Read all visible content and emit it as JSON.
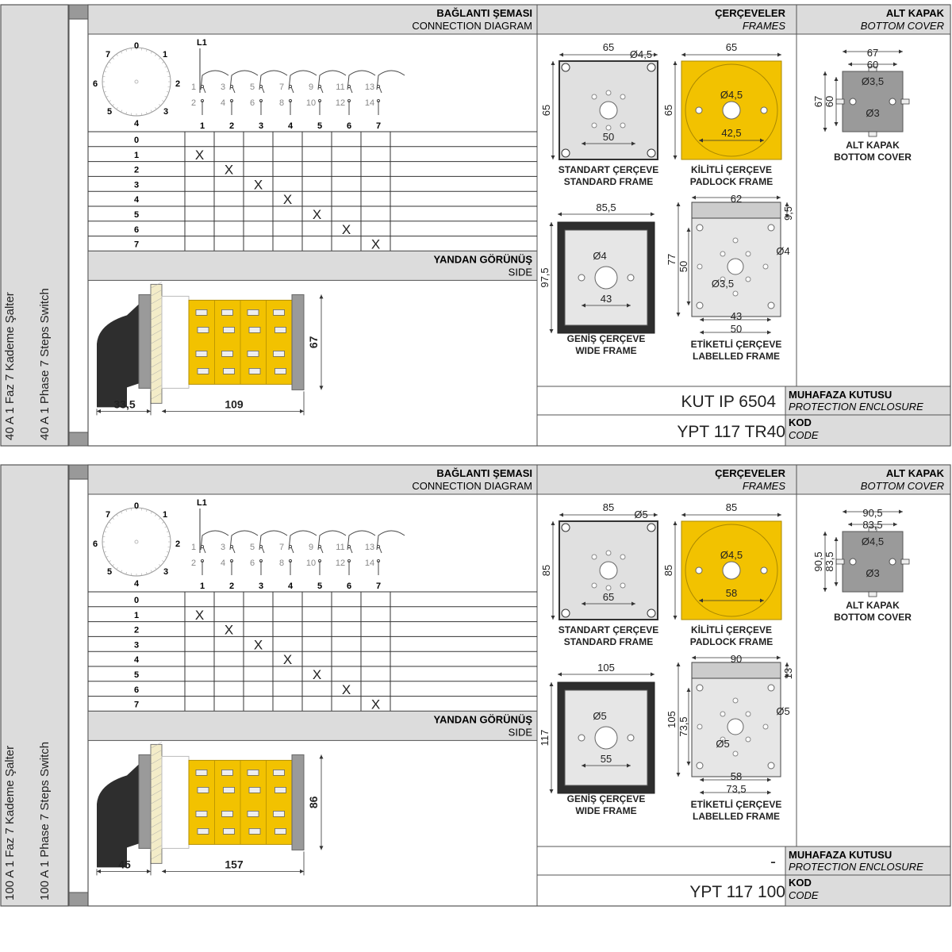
{
  "colors": {
    "header": "#dcdcdc",
    "frame_bg": "#e6e6e6",
    "yellow": "#f2c200",
    "dark": "#2e2e2e",
    "grey": "#b5b5b5"
  },
  "sheets": [
    {
      "side_title_tr": "40 A 1 Faz 7 Kademe Şalter",
      "side_title_en": "40 A 1 Phase 7 Steps Switch",
      "conn_title_tr": "BAĞLANTI ŞEMASI",
      "conn_title_en": "CONNECTION DIAGRAM",
      "frames_title_tr": "ÇERÇEVELER",
      "frames_title_en": "FRAMES",
      "bottom_title_tr": "ALT KAPAK",
      "bottom_title_en": "BOTTOM COVER",
      "side_view_tr": "YANDAN GÖRÜNÜŞ",
      "side_view_en": "SIDE",
      "dial_numbers": [
        "0",
        "1",
        "2",
        "3",
        "4",
        "5",
        "6",
        "7"
      ],
      "phase_label": "L1",
      "contacts_top": [
        "1",
        "3",
        "5",
        "7",
        "9",
        "11",
        "13"
      ],
      "contacts_bottom": [
        "2",
        "4",
        "6",
        "8",
        "10",
        "12",
        "14"
      ],
      "terminals": [
        "1",
        "2",
        "3",
        "4",
        "5",
        "6",
        "7"
      ],
      "positions": [
        "0",
        "1",
        "2",
        "3",
        "4",
        "5",
        "6",
        "7"
      ],
      "mark": "X",
      "side_dims": {
        "depth_front": "33,5",
        "depth_body": "109",
        "height": "67"
      },
      "std_frame": {
        "w": "65",
        "hole": "Ø4,5",
        "h": "65",
        "inner": "50",
        "label_tr": "STANDART ÇERÇEVE",
        "label_en": "STANDARD FRAME"
      },
      "pad_frame": {
        "w": "65",
        "hole": "Ø4,5",
        "h": "65",
        "inner": "42,5",
        "label_tr": "KİLİTLİ ÇERÇEVE",
        "label_en": "PADLOCK FRAME"
      },
      "wide_frame": {
        "w": "85,5",
        "hole": "Ø4",
        "h": "97,5",
        "inner": "43",
        "label_tr": "GENİŞ ÇERÇEVE",
        "label_en": "WIDE FRAME"
      },
      "lab_frame": {
        "w": "62",
        "top": "9,5",
        "hole": "Ø4",
        "h": "77",
        "mid": "50",
        "hole2": "Ø3,5",
        "inner": "43",
        "bot": "50",
        "label_tr": "ETİKETLİ ÇERÇEVE",
        "label_en": "LABELLED FRAME"
      },
      "bottom_cover": {
        "w1": "67",
        "w2": "60",
        "h1": "67",
        "h2": "60",
        "hole": "Ø3,5",
        "hole2": "Ø3",
        "label_tr": "ALT KAPAK",
        "label_en": "BOTTOM COVER"
      },
      "enclosure_value": "KUT IP 6504",
      "enclosure_tr": "MUHAFAZA KUTUSU",
      "enclosure_en": "PROTECTION ENCLOSURE",
      "code_value": "YPT 117 TR40",
      "code_tr": "KOD",
      "code_en": "CODE"
    },
    {
      "side_title_tr": "100 A 1 Faz 7 Kademe Şalter",
      "side_title_en": "100 A 1 Phase 7 Steps Switch",
      "conn_title_tr": "BAĞLANTI ŞEMASI",
      "conn_title_en": "CONNECTION DIAGRAM",
      "frames_title_tr": "ÇERÇEVELER",
      "frames_title_en": "FRAMES",
      "bottom_title_tr": "ALT KAPAK",
      "bottom_title_en": "BOTTOM COVER",
      "side_view_tr": "YANDAN GÖRÜNÜŞ",
      "side_view_en": "SIDE",
      "dial_numbers": [
        "0",
        "1",
        "2",
        "3",
        "4",
        "5",
        "6",
        "7"
      ],
      "phase_label": "L1",
      "contacts_top": [
        "1",
        "3",
        "5",
        "7",
        "9",
        "11",
        "13"
      ],
      "contacts_bottom": [
        "2",
        "4",
        "6",
        "8",
        "10",
        "12",
        "14"
      ],
      "terminals": [
        "1",
        "2",
        "3",
        "4",
        "5",
        "6",
        "7"
      ],
      "positions": [
        "0",
        "1",
        "2",
        "3",
        "4",
        "5",
        "6",
        "7"
      ],
      "mark": "X",
      "side_dims": {
        "depth_front": "45",
        "depth_body": "157",
        "height": "86"
      },
      "std_frame": {
        "w": "85",
        "hole": "Ø5",
        "h": "85",
        "inner": "65",
        "label_tr": "STANDART ÇERÇEVE",
        "label_en": "STANDARD FRAME"
      },
      "pad_frame": {
        "w": "85",
        "hole": "Ø4,5",
        "h": "85",
        "inner": "58",
        "label_tr": "KİLİTLİ ÇERÇEVE",
        "label_en": "PADLOCK FRAME"
      },
      "wide_frame": {
        "w": "105",
        "hole": "Ø5",
        "h": "117",
        "inner": "55",
        "label_tr": "GENİŞ ÇERÇEVE",
        "label_en": "WIDE FRAME"
      },
      "lab_frame": {
        "w": "90",
        "top": "13",
        "hole": "Ø5",
        "h": "105",
        "mid": "73,5",
        "hole2": "Ø5",
        "inner": "58",
        "bot": "73,5",
        "label_tr": "ETİKETLİ ÇERÇEVE",
        "label_en": "LABELLED FRAME"
      },
      "bottom_cover": {
        "w1": "90,5",
        "w2": "83,5",
        "h1": "90,5",
        "h2": "83,5",
        "hole": "Ø4,5",
        "hole2": "Ø3",
        "label_tr": "ALT KAPAK",
        "label_en": "BOTTOM COVER"
      },
      "enclosure_value": "-",
      "enclosure_tr": "MUHAFAZA KUTUSU",
      "enclosure_en": "PROTECTION ENCLOSURE",
      "code_value": "YPT 117 100",
      "code_tr": "KOD",
      "code_en": "CODE"
    }
  ]
}
